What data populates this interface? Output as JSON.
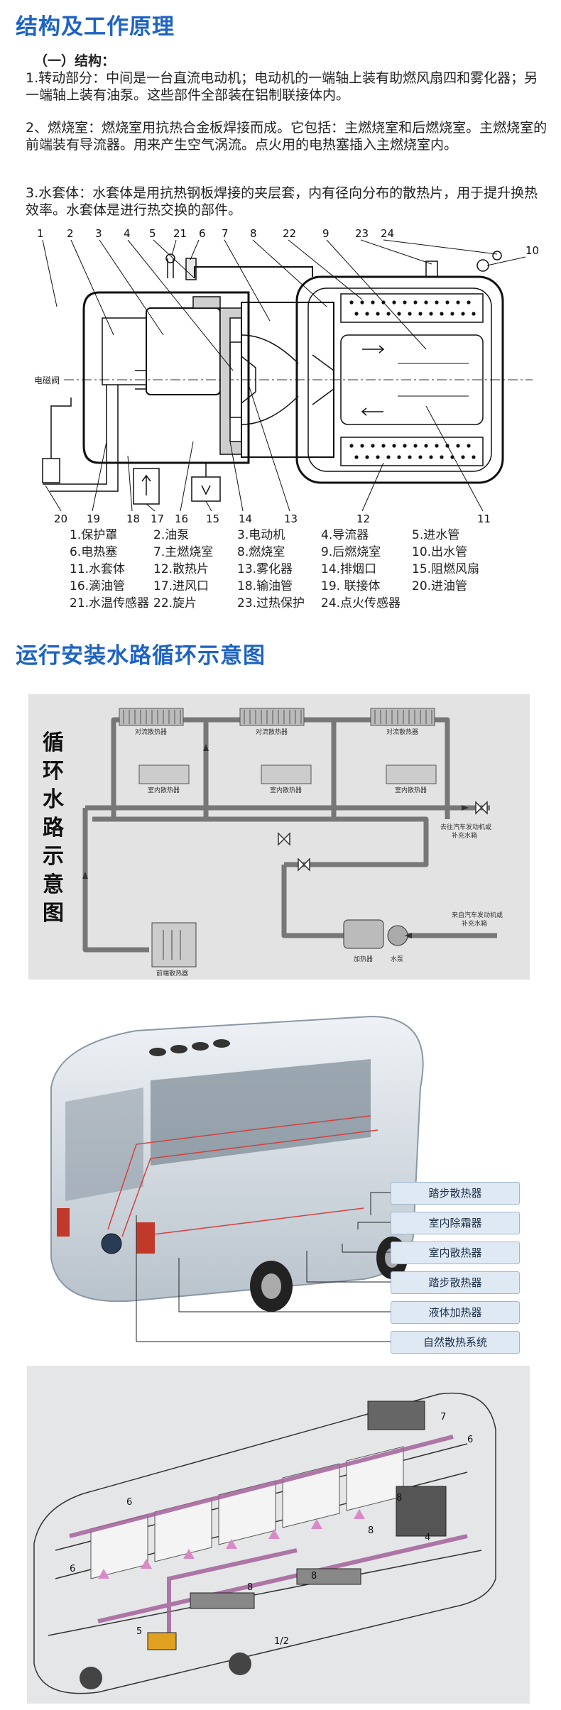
{
  "section1": {
    "title": "结构及工作原理",
    "sub_heading": "（一）结构：",
    "para1": "1.转动部分：中间是一台直流电动机；电动机的一端轴上装有助燃风扇四和雾化器；另一端轴上装有油泵。这些部件全部装在铝制联接体内。",
    "para2": "2、燃烧室：燃烧室用抗热合金板焊接而成。它包括：主燃烧室和后燃烧室。主燃烧室的前端装有导流器。用来产生空气涡流。点火用的电热塞插入主燃烧室内。",
    "para3": "3.水套体：水套体是用抗热钢板焊接的夹层套，内有径向分布的散热片，用于提升换热效率。水套体是进行热交换的部件。"
  },
  "diagram1": {
    "top_numbers": [
      "1",
      "2",
      "3",
      "4",
      "5",
      "21",
      "6",
      "7",
      "8",
      "22",
      "9",
      "23",
      "24",
      "10"
    ],
    "bottom_numbers": [
      "20",
      "19",
      "18",
      "17",
      "16",
      "15",
      "14",
      "13",
      "12",
      "11"
    ],
    "valve_label": "电磁阀",
    "legend": [
      "1.保护罩",
      "2.油泵",
      "3.电动机",
      "4.导流器",
      "5.进水管",
      "6.电热塞",
      "7.主燃烧室",
      "8.燃烧室",
      "9.后燃烧室",
      "10.出水管",
      "11.水套体",
      "12.散热片",
      "13.雾化器",
      "14.排烟口",
      "15.阻燃风扇",
      "16.滴油管",
      "17.进风口",
      "18.输油管",
      "19. 联接体",
      "20.进油管",
      "21.水温传感器",
      "22.旋片",
      "23.过热保护",
      "24.点火传感器",
      ""
    ]
  },
  "section2": {
    "title": "运行安装水路循环示意图"
  },
  "circuit": {
    "vertical_title": [
      "循",
      "环",
      "水",
      "路",
      "示",
      "意",
      "图"
    ],
    "convector_label": "对流散热器",
    "indoor_label": "室内散热器",
    "out_label_1": "去往汽车发动机或",
    "out_label_2": "补充水箱",
    "in_label_1": "来自汽车发动机或",
    "in_label_2": "补充水箱",
    "front_label": "前端散热器",
    "heater_label": "加热器",
    "pump_label": "水泵"
  },
  "bus1": {
    "callouts": [
      "踏步散热器",
      "室内除霜器",
      "室内散热器",
      "踏步散热器",
      "液体加热器",
      "自然散热系统"
    ]
  },
  "bus2": {
    "labels": [
      "7",
      "6",
      "8",
      "6",
      "8",
      "8",
      "4",
      "6",
      "8",
      "5",
      "1/2"
    ]
  }
}
